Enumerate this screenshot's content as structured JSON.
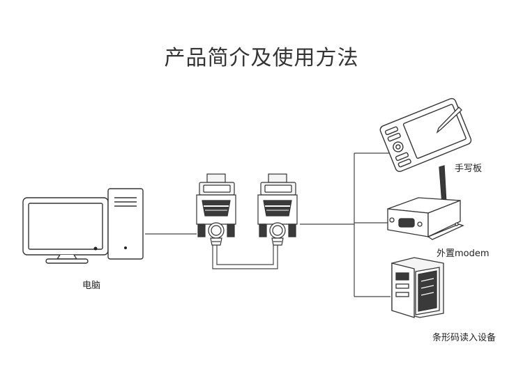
{
  "title": "产品简介及使用方法",
  "devices": {
    "pc": {
      "label": "电脑",
      "icon": "desktop-computer-icon"
    },
    "tablet": {
      "label": "手写板",
      "icon": "drawing-tablet-icon"
    },
    "modem": {
      "label": "外置modem",
      "icon": "modem-icon"
    },
    "barcode": {
      "label": "条形码读入设备",
      "icon": "barcode-printer-icon"
    }
  },
  "connectors": {
    "icon": "db9-serial-connector-icon",
    "count": 2
  },
  "colors": {
    "line": "#444444",
    "stroke": "#333333",
    "fill_light": "#f4f4f4",
    "fill_dark": "#3a3a3a"
  }
}
